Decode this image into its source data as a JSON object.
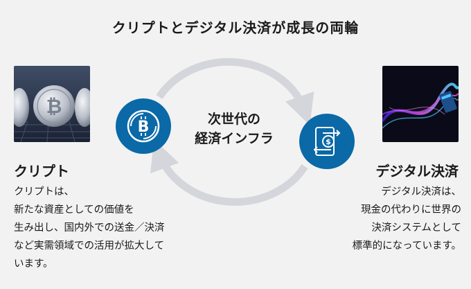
{
  "title": "クリプトとデジタル決済が成長の両輪",
  "center": {
    "line1": "次世代の",
    "line2": "経済インフラ"
  },
  "left": {
    "heading": "クリプト",
    "lines": [
      "クリプトは、",
      "新たな資産としての価値を",
      "生み出し、国内外での送金／決済",
      "など実需領域での活用が拡大して",
      "います。"
    ],
    "icon": "bitcoin-coin-icon",
    "image": "bitcoin-coins-photo"
  },
  "right": {
    "heading": "デジタル決済",
    "lines": [
      "デジタル決済は、",
      "現金の代わりに世界の",
      "決済システムとして",
      "標準的になっています。"
    ],
    "icon": "phone-payment-transfer-icon",
    "image": "digital-payment-light-photo"
  },
  "colors": {
    "accent": "#0a69a6",
    "arrow": "#d4d6db",
    "background": "#f2f2f2"
  }
}
